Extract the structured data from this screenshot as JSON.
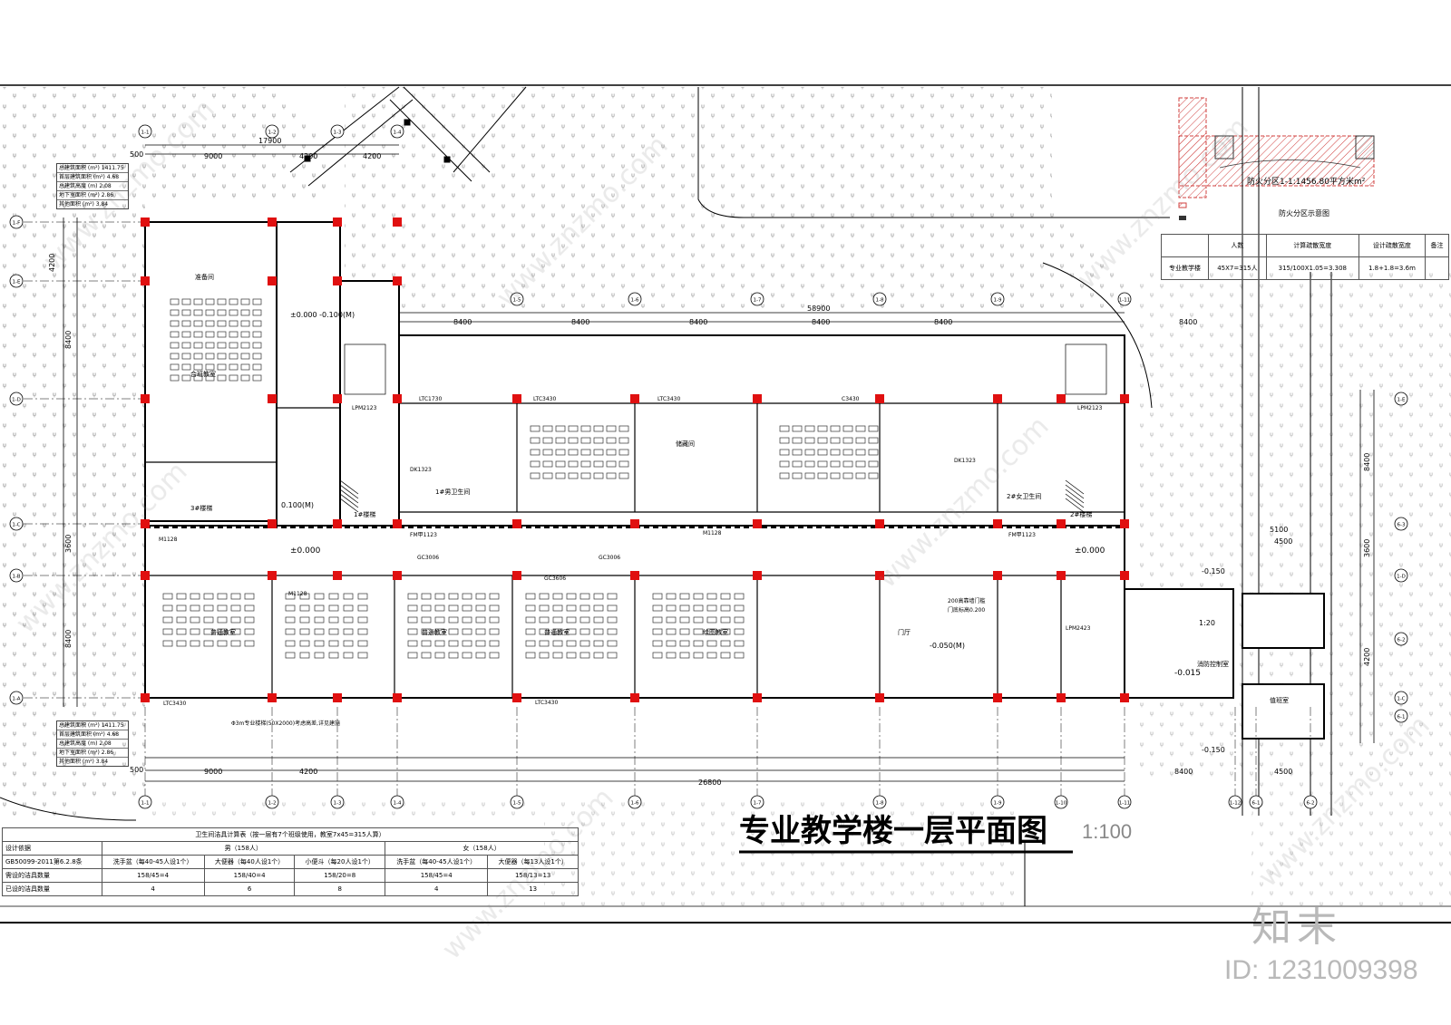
{
  "title": "专业教学楼一层平面图",
  "scale": "1:100",
  "watermark": {
    "brand": "知末",
    "id": "ID: 1231009398",
    "site": "www.znzmo.com"
  },
  "fire_zone": {
    "label": "防火分区1-1:1456.80平方米m²",
    "caption": "防火分区示意图"
  },
  "exit_table": {
    "headers": [
      "",
      "人数",
      "计算疏散宽度",
      "设计疏散宽度",
      "备注"
    ],
    "row": [
      "专业教学楼",
      "45X7=315人",
      "315/100X1.05=3.308",
      "1.8+1.8=3.6m",
      ""
    ]
  },
  "toilet_table": {
    "caption": "卫生间洁具计算表（按一层有7个班级使用，教室7x45=315人算）",
    "row_design": "设计依据",
    "male": "男（158人）",
    "female": "女（158人）",
    "basis": "GB50099-2011第6.2.8条",
    "col_heads": [
      "洗手盆（每40-45人设1个）",
      "大便器（每40人设1个）",
      "小便斗（每20人设1个）",
      "洗手盆（每40-45人设1个）",
      "大便器（每13人设1个）"
    ],
    "row_req_label": "需设的洁具数量",
    "req": [
      "158/45=4",
      "158/40=4",
      "158/20=8",
      "158/45=4",
      "158/13=13"
    ],
    "row_have_label": "已设的洁具数量",
    "have": [
      "4",
      "6",
      "8",
      "4",
      "13"
    ]
  },
  "dims": {
    "total_top": "58900",
    "total_bottom": "26800",
    "bay": "8400",
    "left_total": "17900",
    "left_a": "9000",
    "left_b": "4200",
    "left_c": "4200",
    "right_a": "4500",
    "right_b": "5100",
    "offset": "500",
    "side_v1": "4200",
    "side_v2": "8400",
    "side_v3": "3600",
    "side_v4": "8400"
  },
  "axes": {
    "bottom": [
      "1-1",
      "1-2",
      "1-3",
      "1-4",
      "1-5",
      "1-6",
      "1-7",
      "1-8",
      "1-9",
      "1-10",
      "1-11",
      "1-12",
      "6-1",
      "6-2"
    ],
    "left": [
      "1-E",
      "1-F",
      "1-E",
      "1-D",
      "1-C",
      "1-B",
      "1-A"
    ],
    "right": [
      "1-E",
      "1-D",
      "1-C",
      "6-3",
      "6-2",
      "6-1"
    ]
  },
  "levels": {
    "main": "±0.000",
    "hall": "±0.000\n-0.100(M)",
    "left_floor": "0.100(M)",
    "outside1": "-0.150",
    "outside2": "-0.015",
    "outside3": "-0.150",
    "corr": "-0.050(M)",
    "ramp": "1:20"
  },
  "rooms": {
    "lecture": "合班教室",
    "classroom": "普通教室",
    "drawing": "绘图教室",
    "prep": "准备间",
    "toilet_m": "1#男卫生间",
    "toilet_f": "2#女卫生间",
    "stair1": "1#楼梯",
    "stair2": "2#楼梯",
    "stair3": "3#楼梯",
    "office": "值班室",
    "fire": "消防控制室",
    "lobby": "门厅",
    "store": "储藏间"
  },
  "doors": {
    "d1": "M1128",
    "d2": "FM甲1123",
    "d3": "LPM2123",
    "d4": "DK1323",
    "d5": "LPM2423",
    "win1": "LTC1730",
    "win2": "LTC3430",
    "win3": "C3430",
    "win4": "GC3006",
    "win5": "GC3606"
  },
  "stat_box": {
    "rows": [
      "总建筑面积 (m²)  1411.75",
      "首层建筑面积 (m²)  4.68",
      "总建筑高度 (m)  2.08",
      "地下室面积 (m²)  2.86",
      "其他面积 (m²)  3.84"
    ]
  },
  "notes": {
    "n1": "Φ3m专业楼梯(50X2000)考虑高差,详见建施",
    "n2": "200高靠墙门槛",
    "n3": "门底标高0.200"
  }
}
